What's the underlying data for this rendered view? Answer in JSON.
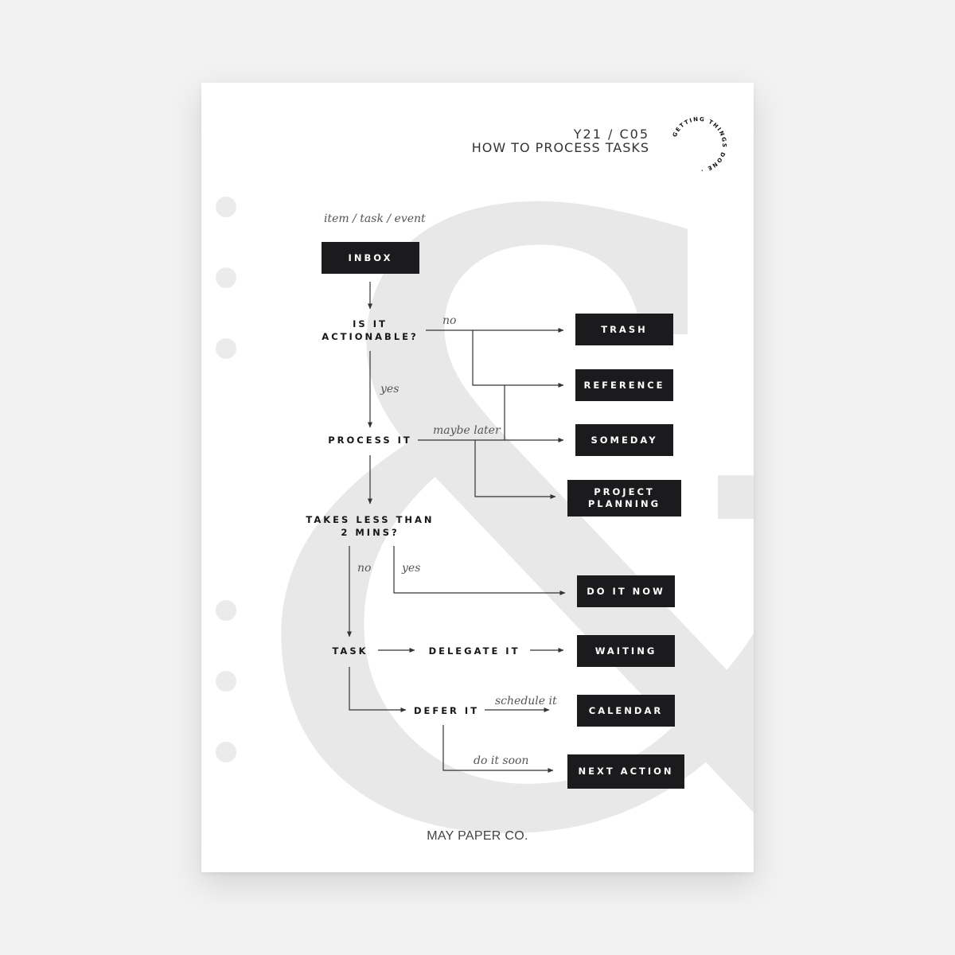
{
  "header": {
    "code": "Y21 / C05",
    "title": "HOW TO PROCESS TASKS"
  },
  "badge": {
    "text": "GETTING THINGS DONE ·"
  },
  "flow": {
    "input_caption": "item / task / event",
    "inbox": "INBOX",
    "actionable_1": "IS IT",
    "actionable_2": "ACTIONABLE?",
    "no_label": "no",
    "yes_label": "yes",
    "process": "PROCESS IT",
    "maybe_later": "maybe later",
    "less_than_1": "TAKES LESS THAN",
    "less_than_2": "2 MINS?",
    "no_label_2": "no",
    "yes_label_2": "yes",
    "task": "TASK",
    "delegate": "DELEGATE IT",
    "defer": "DEFER IT",
    "schedule": "schedule it",
    "soon": "do it soon"
  },
  "outcomes": {
    "trash": "TRASH",
    "reference": "REFERENCE",
    "someday": "SOMEDAY",
    "project_1": "PROJECT",
    "project_2": "PLANNING",
    "do_now": "DO IT NOW",
    "waiting": "WAITING",
    "calendar": "CALENDAR",
    "next_action": "NEXT ACTION"
  },
  "footer": {
    "brand": "MAY PAPER CO."
  },
  "colors": {
    "box": "#1b1b1d",
    "line": "#333333",
    "watermark": "#e8e8e8",
    "page": "#ffffff"
  }
}
